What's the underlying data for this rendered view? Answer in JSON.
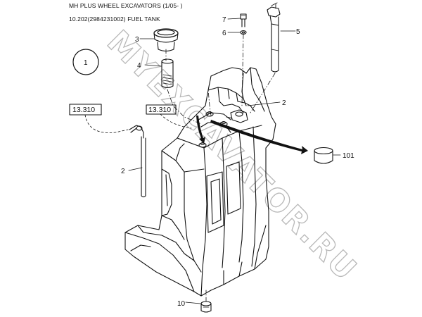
{
  "header": {
    "line1": "MH PLUS WHEEL EXCAVATORS (1/05- )",
    "line2": "10.202(2984231002) FUEL TANK"
  },
  "watermark": "MYEXCAVATOR.RU",
  "refs": {
    "left": "13.310",
    "center": "13.310",
    "circle": "1"
  },
  "callouts": {
    "p2_tube": "2",
    "p2_fitting": "2",
    "p3": "3",
    "p4": "4",
    "p5": "5",
    "p6": "6",
    "p7": "7",
    "p10": "10",
    "p101": "101"
  }
}
